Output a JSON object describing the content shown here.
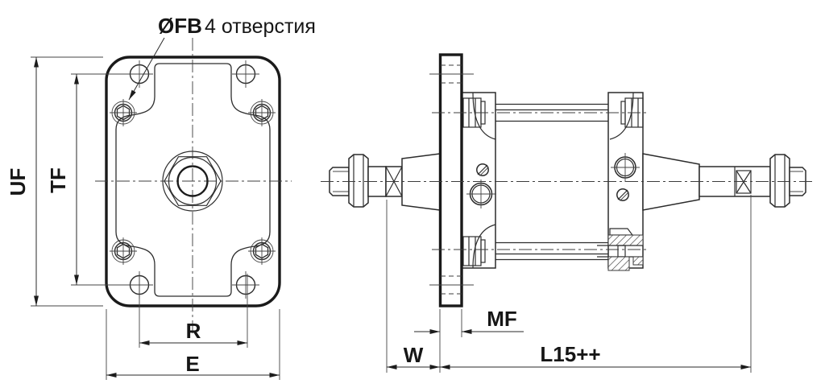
{
  "title_callout": {
    "diameter_label": "ØFB",
    "holes_note": "4 отверстия"
  },
  "dimensions": {
    "flange_height": "UF",
    "hole_pitch_vertical": "TF",
    "hole_pitch_horizontal": "R",
    "flange_width": "E",
    "flange_thickness": "MF",
    "rod_clearance": "W",
    "overall_length": "L15++"
  },
  "colors": {
    "background": "#ffffff",
    "line": "#1c1c1c",
    "text": "#161616"
  }
}
